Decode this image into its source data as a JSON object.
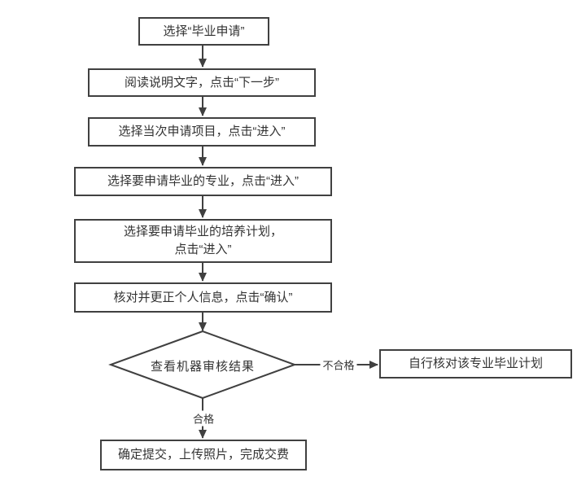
{
  "diagram": {
    "type": "flowchart",
    "colors": {
      "line": "#404040",
      "text": "#333333",
      "background": "#ffffff"
    },
    "nodes": [
      {
        "id": "start",
        "shape": "rect",
        "label": "选择“毕业申请”"
      },
      {
        "id": "read-instructions",
        "shape": "rect",
        "label": "阅读说明文字，点击“下一步”"
      },
      {
        "id": "select-application-item",
        "shape": "rect",
        "label": "选择当次申请项目，点击“进入”"
      },
      {
        "id": "select-major",
        "shape": "rect",
        "label": "选择要申请毕业的专业，点击“进入”"
      },
      {
        "id": "select-training-plan",
        "shape": "rect",
        "label": "选择要申请毕业的培养计划，\n点击“进入”"
      },
      {
        "id": "verify-personal-info",
        "shape": "rect",
        "label": "核对并更正个人信息，点击“确认”"
      },
      {
        "id": "check-machine-audit-result",
        "shape": "diamond",
        "label": "查看机器审核结果"
      },
      {
        "id": "self-check-graduation-plan",
        "shape": "rect",
        "label": "自行核对该专业毕业计划"
      },
      {
        "id": "submit-upload-pay",
        "shape": "rect",
        "label": "确定提交，上传照片，完成交费"
      }
    ],
    "edges": [
      {
        "from": "start",
        "to": "read-instructions",
        "label": ""
      },
      {
        "from": "read-instructions",
        "to": "select-application-item",
        "label": ""
      },
      {
        "from": "select-application-item",
        "to": "select-major",
        "label": ""
      },
      {
        "from": "select-major",
        "to": "select-training-plan",
        "label": ""
      },
      {
        "from": "select-training-plan",
        "to": "verify-personal-info",
        "label": ""
      },
      {
        "from": "verify-personal-info",
        "to": "check-machine-audit-result",
        "label": ""
      },
      {
        "from": "check-machine-audit-result",
        "to": "self-check-graduation-plan",
        "label": "不合格"
      },
      {
        "from": "check-machine-audit-result",
        "to": "submit-upload-pay",
        "label": "合格"
      }
    ]
  }
}
